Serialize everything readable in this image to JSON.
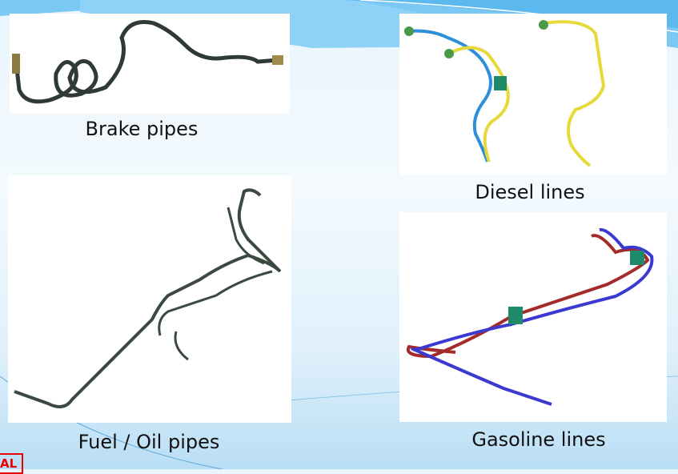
{
  "slide": {
    "items": [
      {
        "label": "Brake pipes"
      },
      {
        "label": "Diesel lines"
      },
      {
        "label": "Fuel / Oil pipes"
      },
      {
        "label": "Gasoline lines"
      }
    ],
    "corner_badge": "AL"
  },
  "colors": {
    "accent": "#5bb9f0",
    "badge": "#ee0000"
  }
}
